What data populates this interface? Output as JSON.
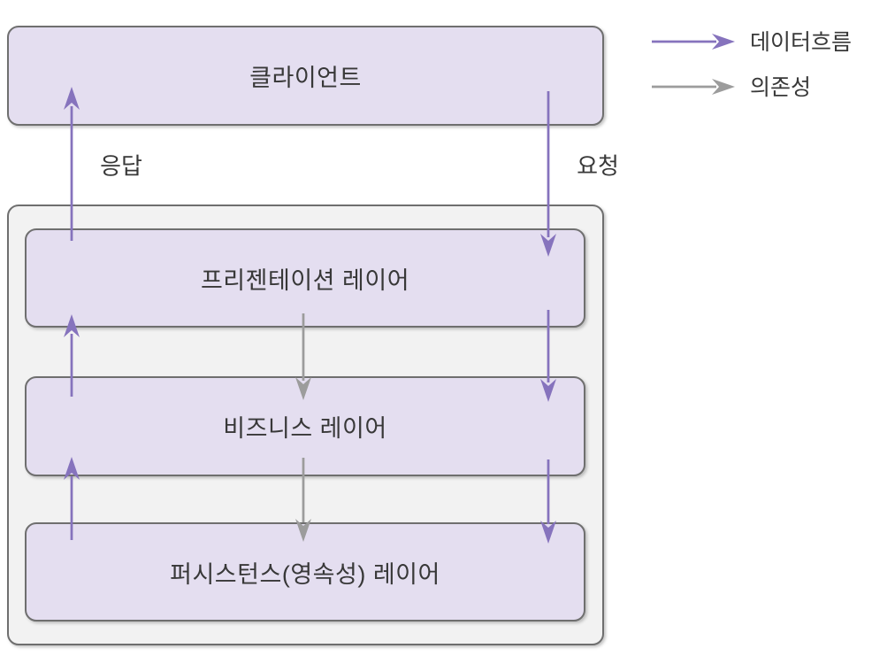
{
  "diagram": {
    "client": {
      "label": "클라이언트"
    },
    "layers": [
      {
        "id": "presentation",
        "label": "프리젠테이션 레이어"
      },
      {
        "id": "business",
        "label": "비즈니스 레이어"
      },
      {
        "id": "persistence",
        "label": "퍼시스턴스(영속성) 레이어"
      }
    ],
    "edge_labels": {
      "response": "응답",
      "request": "요청"
    },
    "legend": [
      {
        "type": "data-flow",
        "label": "데이터흐름",
        "color": "#8673bd"
      },
      {
        "type": "dependency",
        "label": "의존성",
        "color": "#9c9c9c"
      }
    ],
    "flows": {
      "data_flow_up_left": [
        "persistence → business",
        "business → presentation",
        "presentation → client"
      ],
      "data_flow_down_right": [
        "client → presentation",
        "presentation → business",
        "business → persistence"
      ],
      "dependencies": [
        "presentation → business",
        "business → persistence"
      ]
    },
    "colors": {
      "box_fill": "#e4def0",
      "box_border": "#6f6f6f",
      "container_fill": "#f2f2f2",
      "data_flow_arrow": "#8673bd",
      "dependency_arrow": "#9c9c9c",
      "text": "#383838"
    }
  }
}
